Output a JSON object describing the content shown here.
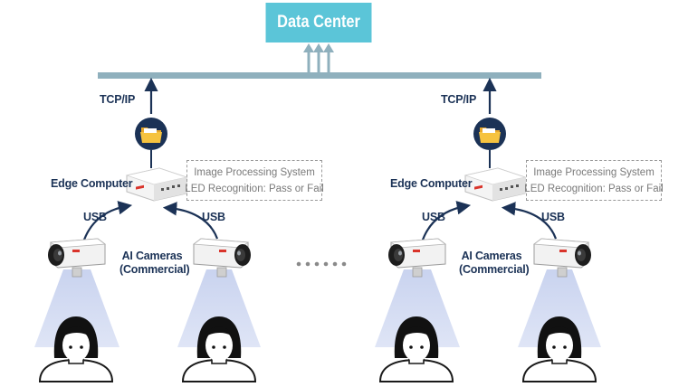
{
  "data_center": {
    "label": "Data Center",
    "color": "#5bc5d8"
  },
  "network": {
    "bus_color": "#8fb0bd",
    "arrow_color": "#1b3256",
    "uplink_count": 3
  },
  "groups": [
    {
      "protocol_label": "TCP/IP",
      "folder_icon": "folder-icon",
      "edge_label": "Edge Computer",
      "processing": {
        "line1": "Image Processing System",
        "line2": "LED Recognition: Pass or Fail"
      },
      "usb_left": "USB",
      "usb_right": "USB",
      "cameras_label_line1": "AI Cameras",
      "cameras_label_line2": "(Commercial)"
    },
    {
      "protocol_label": "TCP/IP",
      "folder_icon": "folder-icon",
      "edge_label": "Edge Computer",
      "processing": {
        "line1": "Image Processing System",
        "line2": "LED Recognition: Pass or Fail"
      },
      "usb_left": "USB",
      "usb_right": "USB",
      "cameras_label_line1": "AI Cameras",
      "cameras_label_line2": "(Commercial)"
    }
  ],
  "ellipsis_dots": 6
}
